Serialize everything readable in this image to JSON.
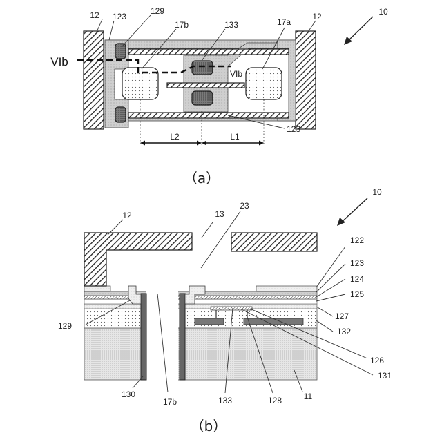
{
  "figure_a": {
    "caption": "（a）",
    "labels": {
      "ref_12_left": "12",
      "ref_123_top": "123",
      "ref_129": "129",
      "ref_17b": "17b",
      "ref_133": "133",
      "ref_17a": "17a",
      "ref_12_right": "12",
      "ref_10": "10",
      "section_left": "VIb",
      "section_right": "VIb",
      "ref_123_bottom": "123",
      "dim_l2": "L2",
      "dim_l1": "L1"
    }
  },
  "figure_b": {
    "caption": "（b）",
    "labels": {
      "ref_12": "12",
      "ref_13": "13",
      "ref_23": "23",
      "ref_10": "10",
      "ref_122": "122",
      "ref_123": "123",
      "ref_124": "124",
      "ref_125": "125",
      "ref_127": "127",
      "ref_132": "132",
      "ref_126": "126",
      "ref_131": "131",
      "ref_129": "129",
      "ref_130": "130",
      "ref_17b": "17b",
      "ref_133": "133",
      "ref_128": "128",
      "ref_11": "11"
    }
  }
}
